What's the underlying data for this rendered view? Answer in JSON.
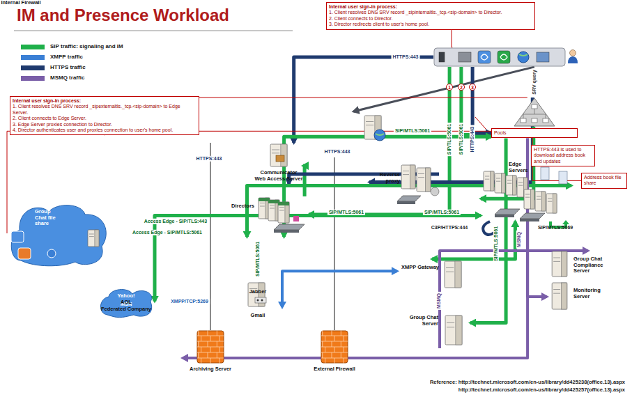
{
  "diagram": {
    "title": "IM and Presence Workload",
    "nodes": [
      {
        "text": [
          "Internal user sign-in process:",
          "1. Client resolves DNS SRV record _sipinternaltls._tcp.<sip-domain> to Director.",
          "2. Client connects to Director.",
          "3. Director redirects client to user's home pool."
        ]
      },
      {
        "text": [
          "Internal user sign-in process:",
          "1. Client resolves DNS SRV record _sipexternaltls._tcp.<sip-domain> to Edge Server.",
          "2. Client connects to Edge Server.",
          "3. Edge Server proxies connection to Director.",
          "4. Director authenticates user and proxies connection to user's home pool."
        ]
      },
      {
        "text": []
      },
      {
        "text": []
      },
      {
        "text": []
      },
      {
        "text": [
          "Communicator Web Access Server"
        ]
      },
      {
        "text": [
          "Reverse proxy"
        ]
      },
      {
        "text": [
          "Directors"
        ]
      },
      {
        "text": [
          "Edge Servers"
        ]
      },
      {
        "text": [
          "Pools"
        ]
      },
      {
        "text": [
          "HTTPS:443 is used to download address book and updates"
        ]
      },
      {
        "text": [
          "Address book file share"
        ]
      },
      {
        "text": [
          "Group Chat file share"
        ]
      },
      {
        "text": [
          "Yahoo!",
          "MSN",
          "AOL",
          "Federated Company"
        ]
      },
      {
        "text": [
          "Gmail",
          "Jabber"
        ]
      },
      {
        "text": [
          "XMPP Gateway"
        ]
      },
      {
        "text": [
          "Group Chat Server"
        ]
      },
      {
        "text": [
          "Group Chat Compliance Server"
        ]
      },
      {
        "text": [
          "Monitoring Server"
        ]
      },
      {
        "text": [
          "Archiving Server"
        ]
      },
      {
        "text": [
          "External Firewall"
        ]
      },
      {
        "text": [
          "Internal Firewall"
        ]
      }
    ],
    "edges": [
      {
        "from": 2,
        "to": 4,
        "label": "SRV query",
        "arrow": "to"
      },
      {
        "from": 2,
        "to": 5,
        "label": "HTTPS:443",
        "arrow": "to"
      },
      {
        "from": 2,
        "to": 7,
        "label": "SIP/TLS:5061",
        "arrow": "to"
      },
      {
        "from": 2,
        "to": 9,
        "label": "SIP/TLS:5061",
        "arrow": "to"
      },
      {
        "from": 2,
        "to": 9,
        "label": "HTTPS:443",
        "arrow": "to"
      },
      {
        "from": 7,
        "to": 5,
        "label": "SIP/MTLS:5061",
        "arrow": "to"
      },
      {
        "from": 3,
        "to": 6,
        "label": "HTTPS:443",
        "arrow": "to"
      },
      {
        "from": 6,
        "to": 5,
        "label": "HTTPS:443",
        "arrow": "to"
      },
      {
        "from": 3,
        "to": 8,
        "label": "Access Edge - SIP/TLS:443",
        "arrow": "to"
      },
      {
        "from": 13,
        "to": 8,
        "label": "Access Edge - SIP/MTLS:5061",
        "arrow": "both"
      },
      {
        "from": 8,
        "to": 7,
        "label": "SIP/MTLS:5061",
        "arrow": "both"
      },
      {
        "from": 7,
        "to": 9,
        "label": "SIP/MTLS:5061",
        "arrow": "both"
      },
      {
        "from": 8,
        "to": 15,
        "label": "SIP/MTLS:5061",
        "arrow": "both"
      },
      {
        "from": 14,
        "to": 15,
        "label": "XMPP/TCP:5269",
        "arrow": "both"
      },
      {
        "from": 9,
        "to": 16,
        "label": "SIP/MTLS:5061",
        "arrow": "to"
      },
      {
        "from": 16,
        "to": 17,
        "label": "MSMQ",
        "arrow": "to"
      },
      {
        "from": 9,
        "to": 18,
        "label": "MSMQ",
        "arrow": "to"
      },
      {
        "from": 9,
        "to": 19,
        "arrow": "to"
      },
      {
        "from": 0,
        "to": 2,
        "arrow": "none"
      },
      {
        "from": 1,
        "to": 3,
        "arrow": "none"
      },
      {
        "from": 11,
        "to": 9,
        "arrow": "none"
      },
      {
        "from": 12,
        "to": 9,
        "arrow": "none"
      }
    ],
    "labels": [
      "1",
      "2",
      "3",
      "C3P/HTTPS:444",
      "SIP/MTLS:5069",
      "Reference: http://technet.microsoft.com/en-us/library/dd425238(office.13).aspx",
      "http://technet.microsoft.com/en-us/library/dd425257(office.13).aspx"
    ],
    "legend": [
      {
        "text": "SIP traffic: signaling and IM",
        "color": "#1fb04a"
      },
      {
        "text": "XMPP traffic",
        "color": "#3a7fd5"
      },
      {
        "text": "HTTPS traffic",
        "color": "#1f3a6e"
      },
      {
        "text": "MSMQ traffic",
        "color": "#7a5ea8"
      }
    ]
  }
}
